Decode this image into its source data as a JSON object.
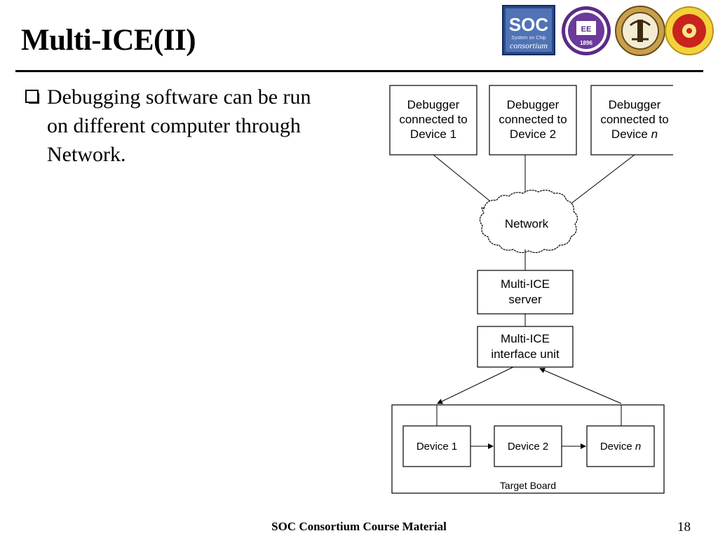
{
  "slide": {
    "title": "Multi-ICE(II)",
    "bullet": "Debugging software can be run on different computer through Network.",
    "footer": "SOC Consortium Course Material",
    "page_number": "18"
  },
  "logos": {
    "soc_top": "SOC",
    "soc_tagline": "System on Chip",
    "soc_bottom": "consortium",
    "purple_seal_text": "EE",
    "purple_seal_year": "1896"
  },
  "diagram": {
    "debuggers": [
      {
        "line1": "Debugger",
        "line2": "connected to",
        "line3_prefix": "Device ",
        "line3_var": "1"
      },
      {
        "line1": "Debugger",
        "line2": "connected to",
        "line3_prefix": "Device ",
        "line3_var": "2"
      },
      {
        "line1": "Debugger",
        "line2": "connected to",
        "line3_prefix": "Device ",
        "line3_var": "n"
      }
    ],
    "network": "Network",
    "server": {
      "line1": "Multi-ICE",
      "line2": "server"
    },
    "interface_unit": {
      "line1": "Multi-ICE",
      "line2": "interface unit"
    },
    "devices": [
      {
        "prefix": "Device ",
        "var": "1"
      },
      {
        "prefix": "Device ",
        "var": "2"
      },
      {
        "prefix": "Device ",
        "var": "n"
      }
    ],
    "target_board": "Target Board"
  }
}
